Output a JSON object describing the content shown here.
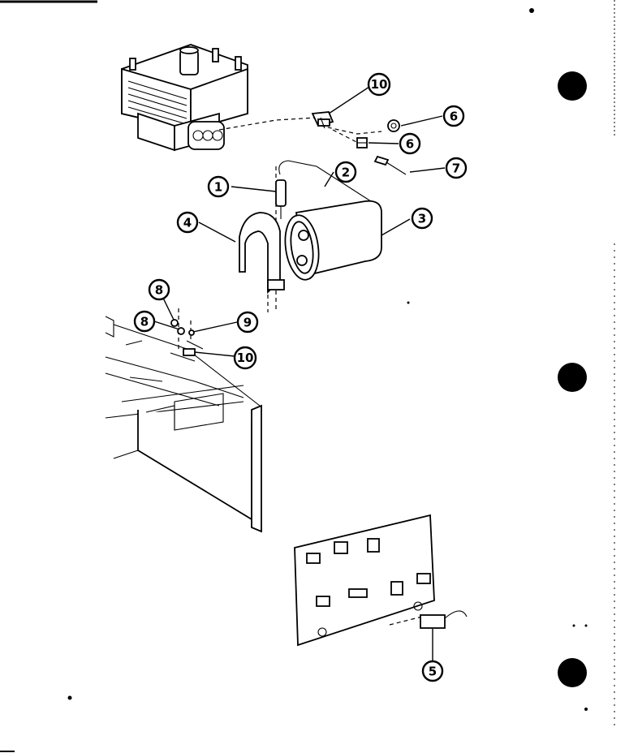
{
  "diagram": {
    "callouts": [
      {
        "label": "1"
      },
      {
        "label": "2"
      },
      {
        "label": "3"
      },
      {
        "label": "4"
      },
      {
        "label": "5"
      },
      {
        "label": "6"
      },
      {
        "label": "6"
      },
      {
        "label": "7"
      },
      {
        "label": "8"
      },
      {
        "label": "8"
      },
      {
        "label": "9"
      },
      {
        "label": "10"
      },
      {
        "label": "10"
      }
    ]
  }
}
